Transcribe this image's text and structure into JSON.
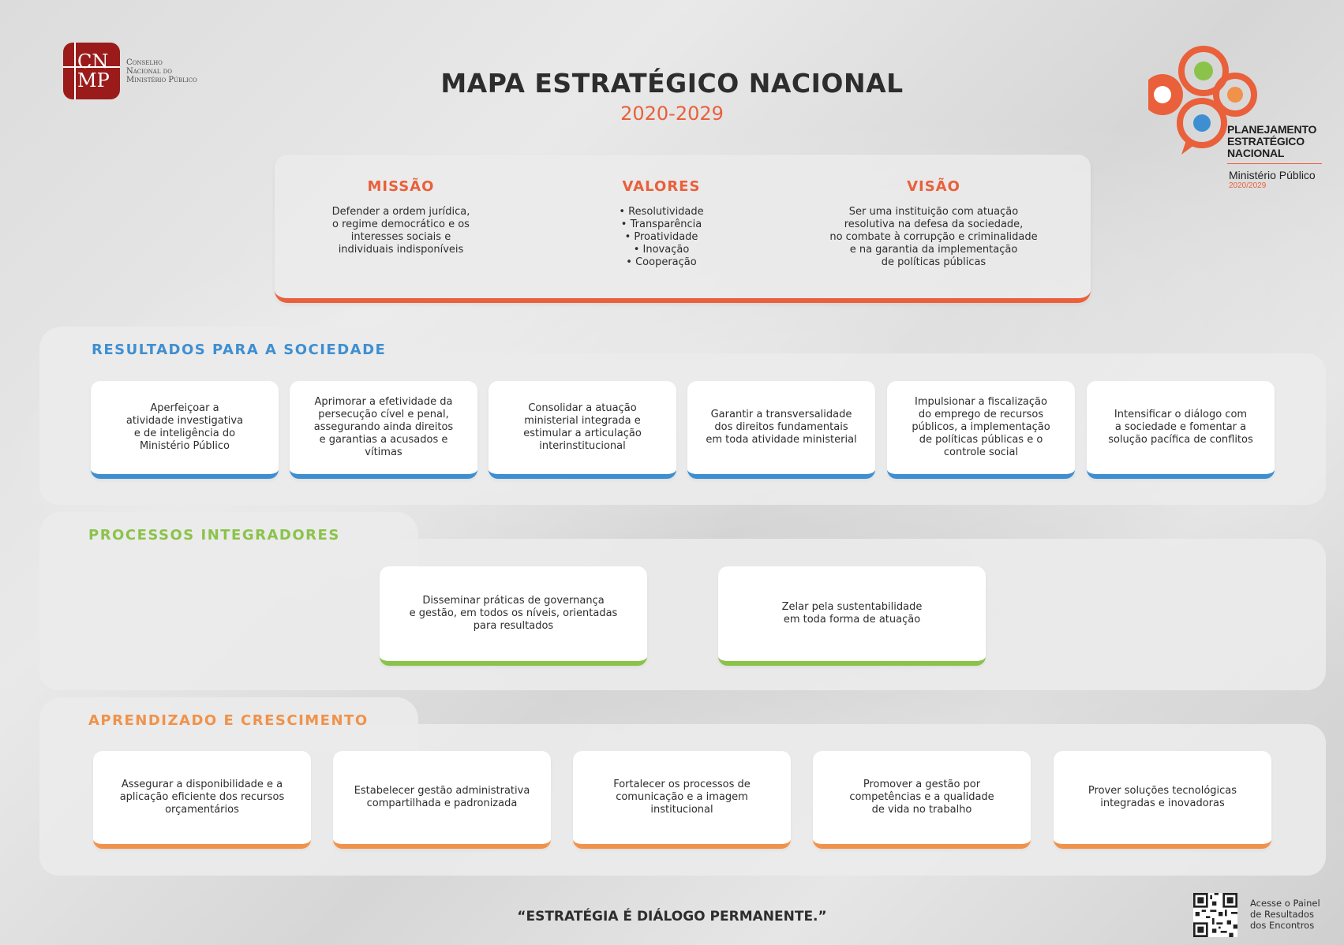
{
  "header": {
    "org_logo_abbrev_1": "CN",
    "org_logo_abbrev_2": "MP",
    "org_name_line1": "Conselho",
    "org_name_line2": "Nacional do",
    "org_name_line3": "Ministério Público",
    "title": "MAPA ESTRATÉGICO NACIONAL",
    "subtitle": "2020-2029"
  },
  "pen_logo": {
    "line1": "PLANEJAMENTO",
    "line2": "ESTRATÉGICO",
    "line3": "NACIONAL",
    "org": "Ministério Público",
    "years": "2020/2029",
    "colors": {
      "ring": "#e9603a",
      "green": "#8bc34a",
      "orange": "#f0924a",
      "blue": "#3e8fd1",
      "white": "#ffffff"
    }
  },
  "mvv": {
    "missao": {
      "title": "MISSÃO",
      "lines": [
        "Defender a ordem jurídica,",
        "o regime democrático e os",
        "interesses sociais e",
        "individuais indisponíveis"
      ]
    },
    "valores": {
      "title": "VALORES",
      "items": [
        "• Resolutividade",
        "• Transparência",
        "• Proatividade",
        "• Inovação",
        "• Cooperação"
      ]
    },
    "visao": {
      "title": "VISÃO",
      "lines": [
        "Ser uma instituição com atuação",
        "resolutiva na defesa da sociedade,",
        "no combate à corrupção e criminalidade",
        "e na garantia da implementação",
        "de políticas públicas"
      ]
    }
  },
  "sections": {
    "resultados": {
      "title": "RESULTADOS PARA A SOCIEDADE",
      "color": "#3e8fd1",
      "cards": [
        "Aperfeiçoar a\natividade investigativa\ne de inteligência do\nMinistério Público",
        "Aprimorar a efetividade da\npersecução cível e penal,\nassegurando ainda direitos\ne garantias a acusados e\nvítimas",
        "Consolidar a atuação\nministerial integrada e\nestimular a articulação\ninterinstitucional",
        "Garantir a transversalidade\ndos direitos fundamentais\nem toda atividade ministerial",
        "Impulsionar a fiscalização\ndo emprego de recursos\npúblicos, a implementação\nde políticas públicas e o\ncontrole social",
        "Intensificar o diálogo com\na sociedade e fomentar a\nsolução pacífica de conflitos"
      ]
    },
    "processos": {
      "title": "PROCESSOS INTEGRADORES",
      "color": "#8bc34a",
      "cards": [
        "Disseminar práticas de governança\ne gestão, em todos os níveis, orientadas\npara resultados",
        "Zelar pela sustentabilidade\nem toda forma de atuação"
      ]
    },
    "aprendizado": {
      "title": "APRENDIZADO E CRESCIMENTO",
      "color": "#f0924a",
      "cards": [
        "Assegurar a disponibilidade e a\naplicação eficiente dos recursos\norçamentários",
        "Estabelecer gestão administrativa\ncompartilhada e padronizada",
        "Fortalecer os processos de\ncomunicação e a imagem\ninstitucional",
        "Promover a gestão por\ncompetências e a qualidade\nde vida no trabalho",
        "Prover soluções tecnológicas\nintegradas e inovadoras"
      ]
    }
  },
  "footer": {
    "quote": "“ESTRATÉGIA É DIÁLOGO PERMANENTE.”",
    "qr_text_line1": "Acesse o Painel",
    "qr_text_line2": "de Resultados",
    "qr_text_line3": "dos Encontros"
  }
}
